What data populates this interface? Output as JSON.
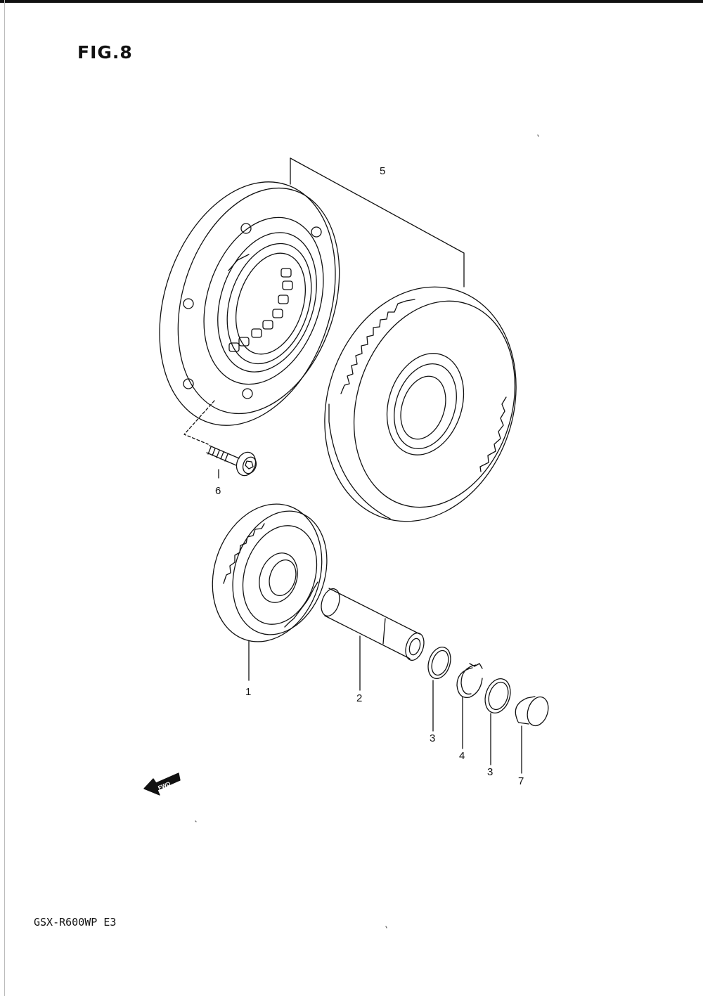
{
  "figure": {
    "title": "FIG.8",
    "model_code": "GSX-R600WP E3"
  },
  "callouts": {
    "c1": "1",
    "c2": "2",
    "c3a": "3",
    "c3b": "3",
    "c4": "4",
    "c5": "5",
    "c6": "6",
    "c7": "7"
  },
  "fwd_badge": "FWD",
  "colors": {
    "line": "#111111"
  }
}
